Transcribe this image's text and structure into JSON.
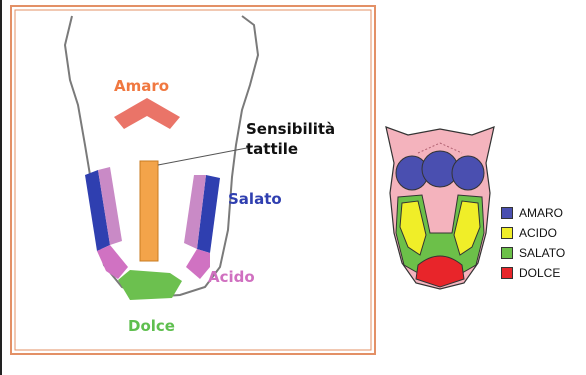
{
  "left_diagram": {
    "labels": {
      "amaro": "Amaro",
      "sensibilita": "Sensibilità\ntattile",
      "salato": "Salato",
      "acido": "Acido",
      "dolce": "Dolce"
    },
    "colors": {
      "amaro": "#f08050",
      "salato": "#2f3fb0",
      "acido": "#d070c0",
      "dolce": "#5fbf4f",
      "tactile": "#f0a040",
      "frame": "#e39066"
    }
  },
  "right_diagram": {
    "legend": [
      {
        "label": "AMARO",
        "color": "#4a4fb0"
      },
      {
        "label": "ACIDO",
        "color": "#f0ee28"
      },
      {
        "label": "SALATO",
        "color": "#6cc049"
      },
      {
        "label": "DOLCE",
        "color": "#e8252a"
      }
    ],
    "tongue_color": "#f4b3bd"
  }
}
